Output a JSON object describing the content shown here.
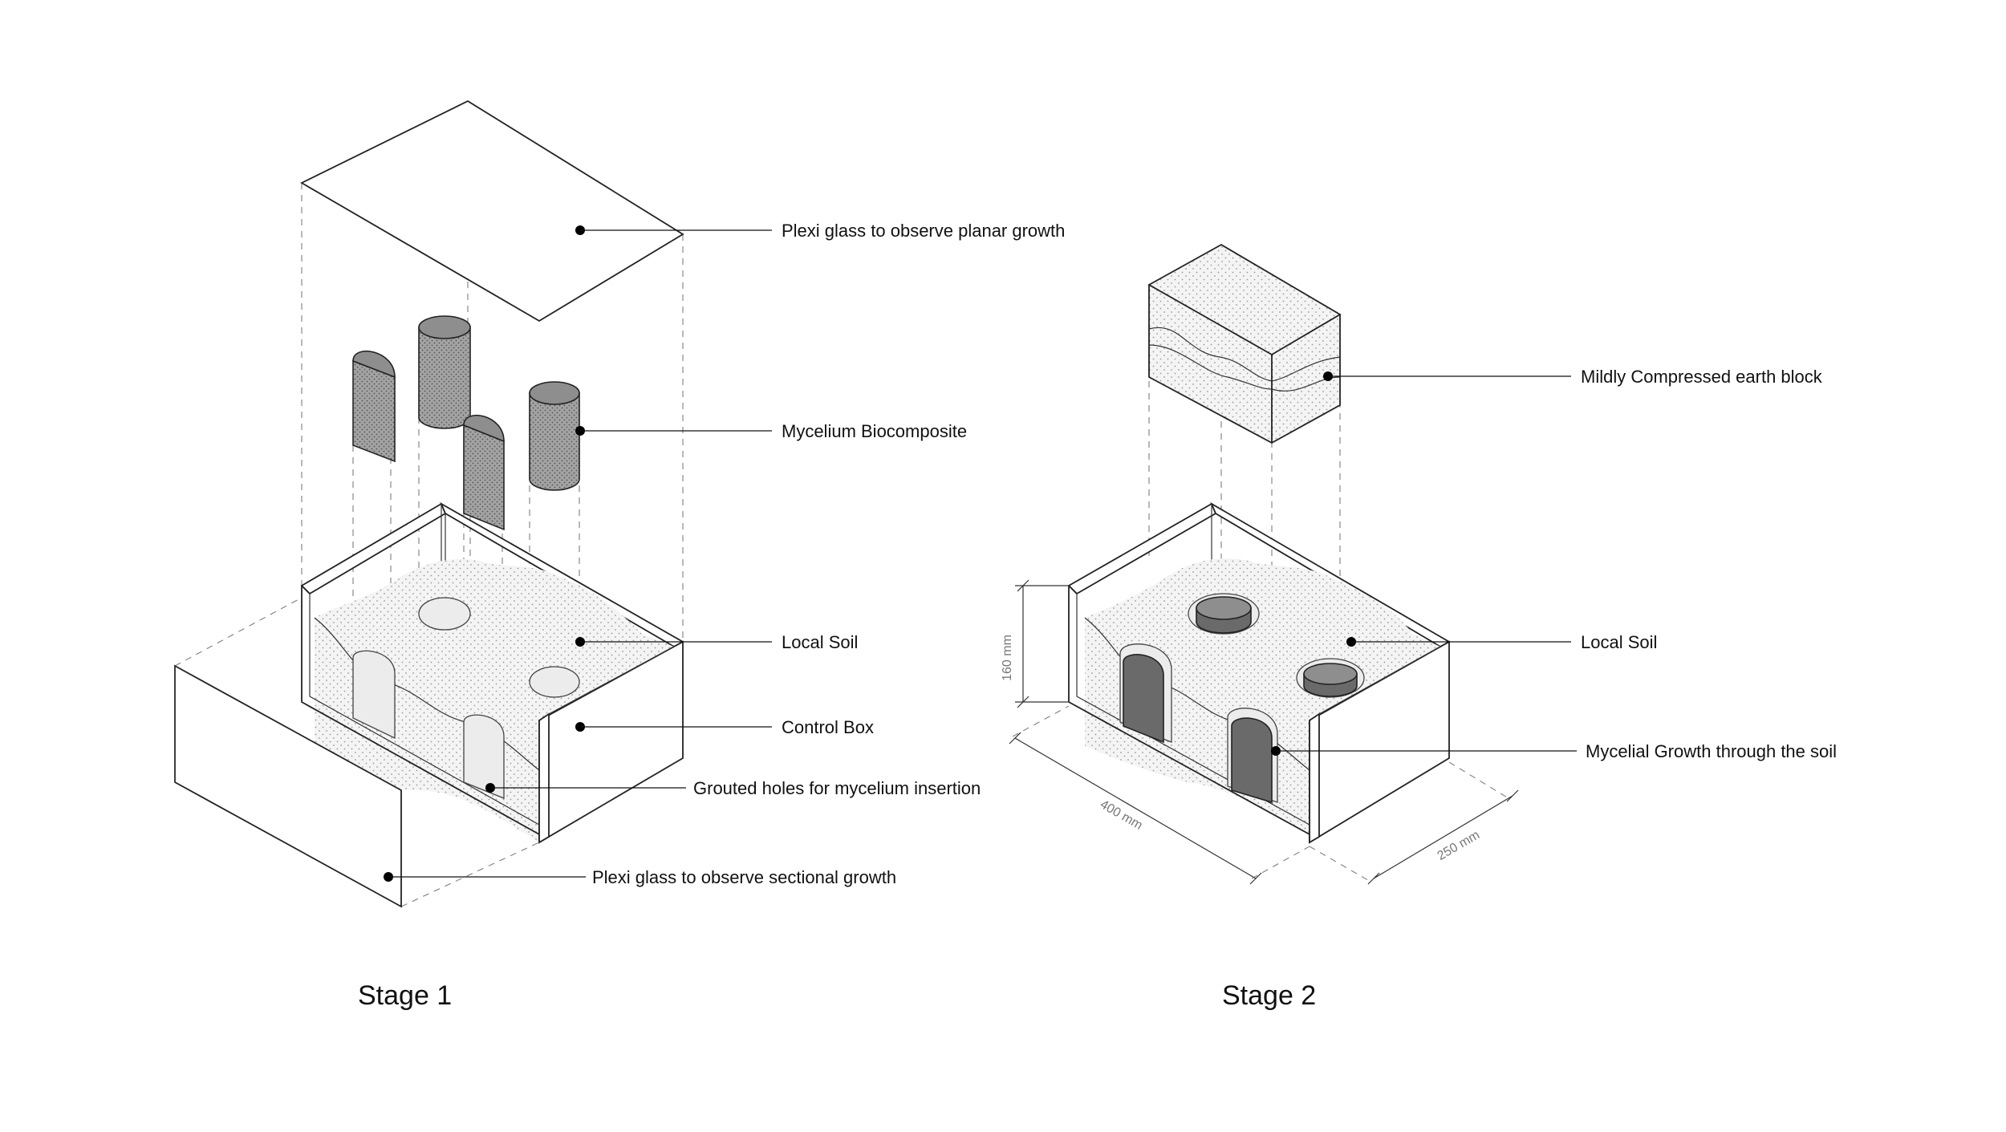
{
  "stage1": {
    "title": "Stage 1",
    "labels": {
      "plexi_top": "Plexi glass to observe planar growth",
      "mycelium": "Mycelium Biocomposite",
      "local_soil": "Local Soil",
      "control_box": "Control Box",
      "grouted_holes": "Grouted holes for mycelium insertion",
      "plexi_side": "Plexi glass to observe sectional growth"
    }
  },
  "stage2": {
    "title": "Stage 2",
    "labels": {
      "earth_block": "Mildly Compressed earth block",
      "local_soil": "Local Soil",
      "mycelial_growth": "Mycelial Growth through the soil"
    },
    "dimensions": {
      "height": "160 mm",
      "length": "400 mm",
      "width": "250 mm"
    }
  }
}
